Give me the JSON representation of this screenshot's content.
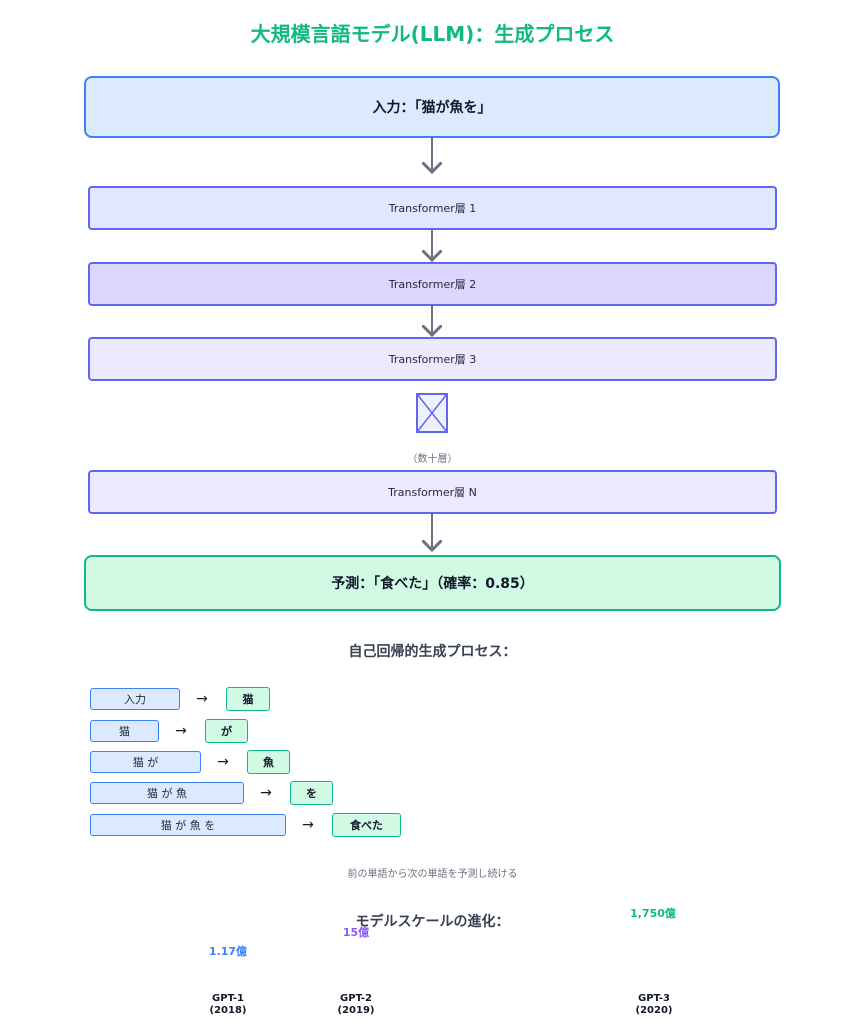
{
  "title": "大規模言語モデル(LLM)：生成プロセス",
  "input_box": "入力：「猫が魚を」",
  "layers": [
    "Transformer層 1",
    "Transformer層 2",
    "Transformer層 3",
    "Transformer層 N"
  ],
  "ellipsis_note": "（数十層）",
  "prediction_box": "予測：「食べた」（確率：0.85）",
  "autoregressive": {
    "title": "自己回帰的生成プロセス：",
    "steps": [
      {
        "input": "入力",
        "output": "猫"
      },
      {
        "input": "猫",
        "output": "が"
      },
      {
        "input": "猫 が",
        "output": "魚"
      },
      {
        "input": "猫 が 魚",
        "output": "を"
      },
      {
        "input": "猫 が 魚 を",
        "output": "食べた"
      }
    ],
    "arrow": "→",
    "note": "前の単語から次の単語を予測し続ける"
  },
  "scale": {
    "title": "モデルスケールの進化：",
    "models": [
      {
        "name": "GPT-1",
        "year": "(2018)",
        "params": "1.17億",
        "color": "#3b82f6"
      },
      {
        "name": "GPT-2",
        "year": "(2019)",
        "params": "15億",
        "color": "#8b5cf6"
      },
      {
        "name": "GPT-3",
        "year": "(2020)",
        "params": "1,750億",
        "color": "#10b981"
      }
    ]
  },
  "colors": {
    "accent_green": "#10b981",
    "blue": "#3b82f6",
    "indigo": "#6366f1",
    "arrow_gray": "#6b7280"
  }
}
